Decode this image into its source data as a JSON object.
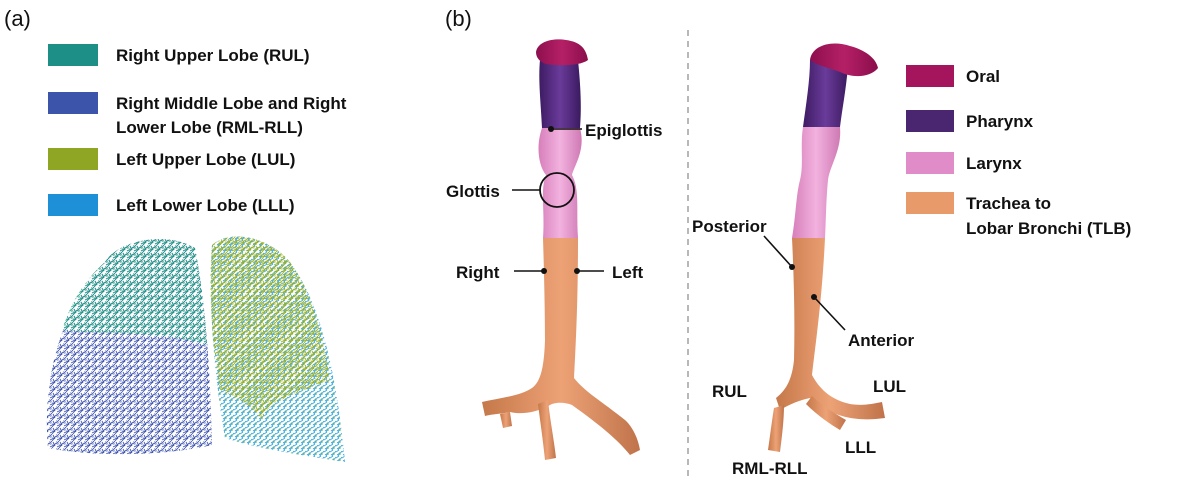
{
  "panel_a": {
    "label": "(a)",
    "legend": [
      {
        "lines": [
          "Right Upper Lobe (RUL)"
        ],
        "color": "#1e8f86",
        "icon": "rul-swatch"
      },
      {
        "lines": [
          "Right Middle Lobe and Right",
          "Lower Lobe (RML-RLL)"
        ],
        "color": "#3c55ab",
        "icon": "rml-rll-swatch"
      },
      {
        "lines": [
          "Left Upper Lobe (LUL)"
        ],
        "color": "#8ea624",
        "icon": "lul-swatch"
      },
      {
        "lines": [
          "Left Lower Lobe (LLL)"
        ],
        "color": "#1e90d8",
        "icon": "lll-swatch"
      }
    ],
    "lung_image": "lung-airway-tree-illustration"
  },
  "panel_b": {
    "label": "(b)",
    "front_view": {
      "epiglottis": "Epiglottis",
      "glottis": "Glottis",
      "right": "Right",
      "left": "Left"
    },
    "side_view": {
      "posterior": "Posterior",
      "anterior": "Anterior",
      "rul": "RUL",
      "rml_rll": "RML-RLL",
      "lul": "LUL",
      "lll": "LLL"
    },
    "legend": [
      {
        "lines": [
          "Oral"
        ],
        "color": "#a5155e",
        "icon": "oral-swatch"
      },
      {
        "lines": [
          "Pharynx"
        ],
        "color": "#4b2670",
        "icon": "pharynx-swatch"
      },
      {
        "lines": [
          "Larynx"
        ],
        "color": "#e08cc8",
        "icon": "larynx-swatch"
      },
      {
        "lines": [
          "Trachea to",
          "Lobar Bronchi  (TLB)"
        ],
        "color": "#e89a6a",
        "icon": "tlb-swatch"
      }
    ]
  }
}
